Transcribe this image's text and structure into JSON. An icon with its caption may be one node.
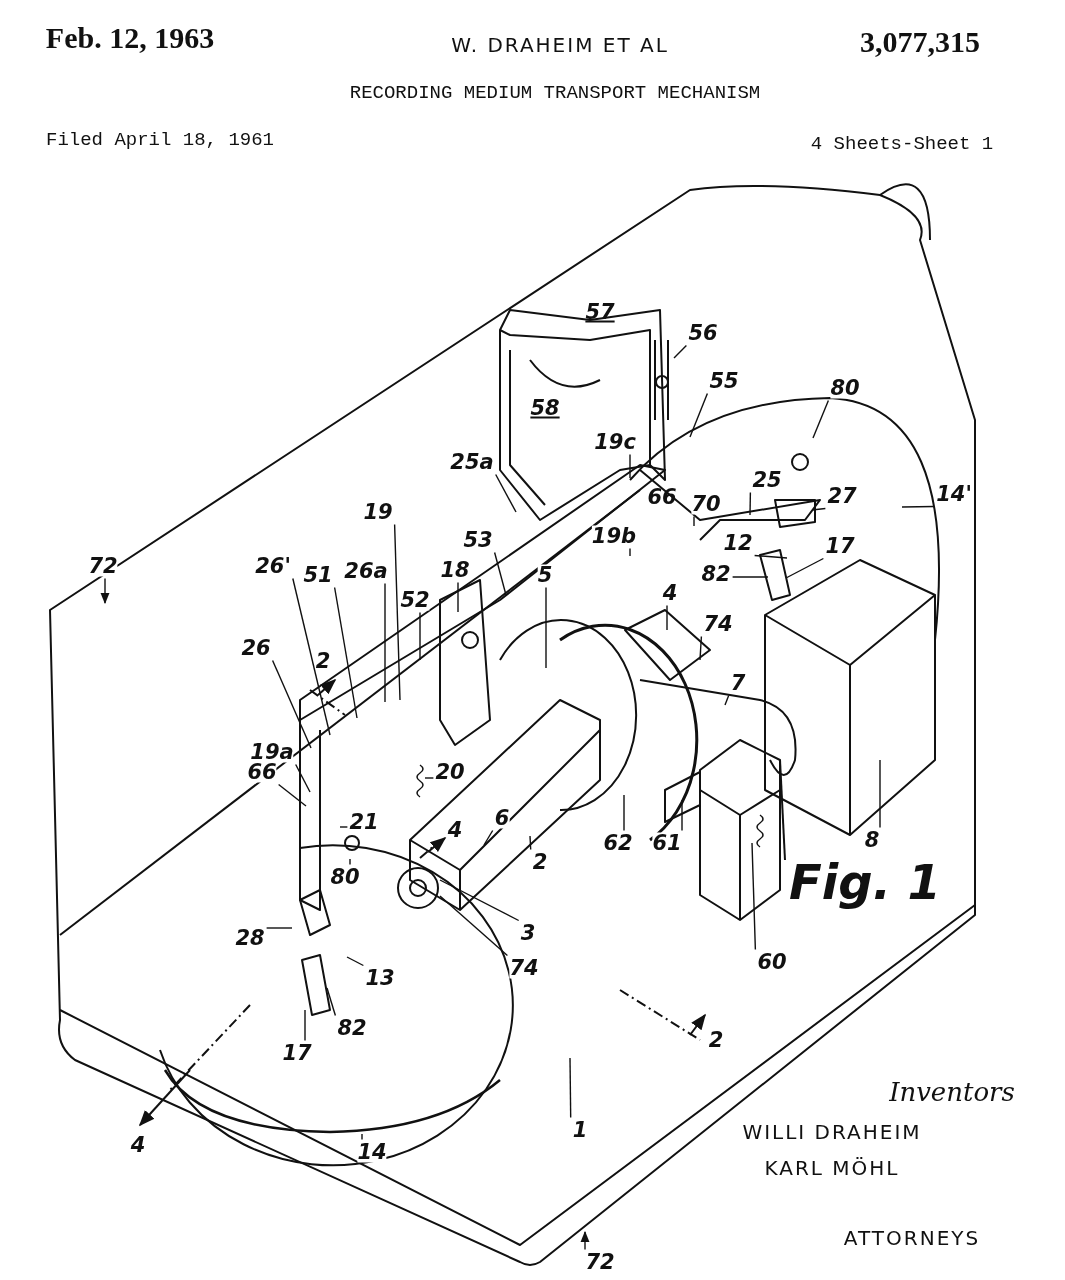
{
  "diagram": {
    "title": "RECORDING MEDIUM TRANSPORT MECHANISM",
    "nodes": [
      {
        "text": [
          "56"
        ]
      },
      {
        "text": [
          "55"
        ]
      },
      {
        "text": [
          "80"
        ]
      },
      {
        "text": [
          "19c"
        ]
      },
      {
        "text": [
          "25a"
        ]
      },
      {
        "text": [
          "14'"
        ]
      },
      {
        "text": [
          "70"
        ]
      },
      {
        "text": [
          "25"
        ]
      },
      {
        "text": [
          "27"
        ]
      },
      {
        "text": [
          "19"
        ]
      },
      {
        "text": [
          "19b"
        ]
      },
      {
        "text": [
          "12"
        ]
      },
      {
        "text": [
          "17"
        ]
      },
      {
        "text": [
          "53"
        ]
      },
      {
        "text": [
          "72"
        ]
      },
      {
        "text": [
          "26'"
        ]
      },
      {
        "text": [
          "51"
        ]
      },
      {
        "text": [
          "26a"
        ]
      },
      {
        "text": [
          "82"
        ]
      },
      {
        "text": [
          "18"
        ]
      },
      {
        "text": [
          "5"
        ]
      },
      {
        "text": [
          "4"
        ]
      },
      {
        "text": [
          "52"
        ]
      },
      {
        "text": [
          "74"
        ]
      },
      {
        "text": [
          "26"
        ]
      },
      {
        "text": [
          "7"
        ]
      },
      {
        "text": [
          "19a"
        ]
      },
      {
        "text": [
          "20"
        ]
      },
      {
        "text": [
          "66"
        ]
      },
      {
        "text": [
          "21"
        ]
      },
      {
        "text": [
          "6"
        ]
      },
      {
        "text": [
          "62"
        ]
      },
      {
        "text": [
          "61"
        ]
      },
      {
        "text": [
          "8"
        ]
      },
      {
        "text": [
          "80"
        ]
      },
      {
        "text": [
          "2"
        ]
      },
      {
        "text": [
          "28"
        ]
      },
      {
        "text": [
          "3"
        ]
      },
      {
        "text": [
          "74"
        ]
      },
      {
        "text": [
          "60"
        ]
      },
      {
        "text": [
          "13"
        ]
      },
      {
        "text": [
          "82"
        ]
      },
      {
        "text": [
          "17"
        ]
      },
      {
        "text": [
          "1"
        ]
      },
      {
        "text": [
          "14"
        ]
      },
      {
        "text": [
          "72"
        ]
      }
    ],
    "edges": [
      {
        "from": 0,
        "to": null,
        "arrow": "none"
      },
      {
        "from": 1,
        "to": null,
        "arrow": "none"
      },
      {
        "from": 2,
        "to": null,
        "arrow": "none"
      },
      {
        "from": 3,
        "to": null,
        "arrow": "none"
      },
      {
        "from": 4,
        "to": null,
        "arrow": "none"
      },
      {
        "from": 5,
        "to": null,
        "arrow": "none"
      },
      {
        "from": 6,
        "to": null,
        "arrow": "none"
      },
      {
        "from": 7,
        "to": null,
        "arrow": "none"
      },
      {
        "from": 8,
        "to": null,
        "arrow": "none"
      },
      {
        "from": 9,
        "to": null,
        "arrow": "none"
      },
      {
        "from": 10,
        "to": null,
        "arrow": "none"
      },
      {
        "from": 11,
        "to": null,
        "arrow": "none"
      },
      {
        "from": 12,
        "to": null,
        "arrow": "none"
      },
      {
        "from": 13,
        "to": null,
        "arrow": "none"
      },
      {
        "from": 14,
        "to": null,
        "arrow": "to"
      },
      {
        "from": 15,
        "to": null,
        "arrow": "none"
      },
      {
        "from": 16,
        "to": null,
        "arrow": "none"
      },
      {
        "from": 17,
        "to": null,
        "arrow": "none"
      },
      {
        "from": 18,
        "to": null,
        "arrow": "none"
      },
      {
        "from": 19,
        "to": null,
        "arrow": "none"
      },
      {
        "from": 20,
        "to": null,
        "arrow": "none"
      },
      {
        "from": 21,
        "to": null,
        "arrow": "none"
      },
      {
        "from": 22,
        "to": null,
        "arrow": "none"
      },
      {
        "from": 23,
        "to": null,
        "arrow": "none"
      },
      {
        "from": 24,
        "to": null,
        "arrow": "none"
      },
      {
        "from": 25,
        "to": null,
        "arrow": "none"
      },
      {
        "from": 26,
        "to": null,
        "arrow": "none"
      },
      {
        "from": 27,
        "to": null,
        "arrow": "none"
      },
      {
        "from": 28,
        "to": null,
        "arrow": "none"
      },
      {
        "from": 29,
        "to": null,
        "arrow": "none"
      },
      {
        "from": 30,
        "to": null,
        "arrow": "none"
      },
      {
        "from": 31,
        "to": null,
        "arrow": "none"
      },
      {
        "from": 32,
        "to": null,
        "arrow": "none"
      },
      {
        "from": 33,
        "to": null,
        "arrow": "none"
      },
      {
        "from": 34,
        "to": null,
        "arrow": "none"
      },
      {
        "from": 35,
        "to": null,
        "arrow": "none"
      },
      {
        "from": 36,
        "to": null,
        "arrow": "none"
      },
      {
        "from": 37,
        "to": null,
        "arrow": "none"
      },
      {
        "from": 38,
        "to": null,
        "arrow": "none"
      },
      {
        "from": 39,
        "to": null,
        "arrow": "none"
      },
      {
        "from": 40,
        "to": null,
        "arrow": "none"
      },
      {
        "from": 41,
        "to": null,
        "arrow": "none"
      },
      {
        "from": 42,
        "to": null,
        "arrow": "none"
      },
      {
        "from": 43,
        "to": null,
        "arrow": "none"
      },
      {
        "from": 44,
        "to": null,
        "arrow": "none"
      },
      {
        "from": 45,
        "to": null,
        "arrow": "to"
      }
    ],
    "labels": [
      "Feb. 12, 1963",
      "W. DRAHEIM ET AL",
      "3,077,315",
      "Filed April 18, 1961",
      "4 Sheets-Sheet 1",
      "57",
      "58",
      "66",
      "2",
      "4",
      "2",
      "4",
      "Fig. 1",
      "Inventors",
      "WILLI DRAHEIM",
      "KARL MÖHL",
      "ATTORNEYS"
    ]
  }
}
